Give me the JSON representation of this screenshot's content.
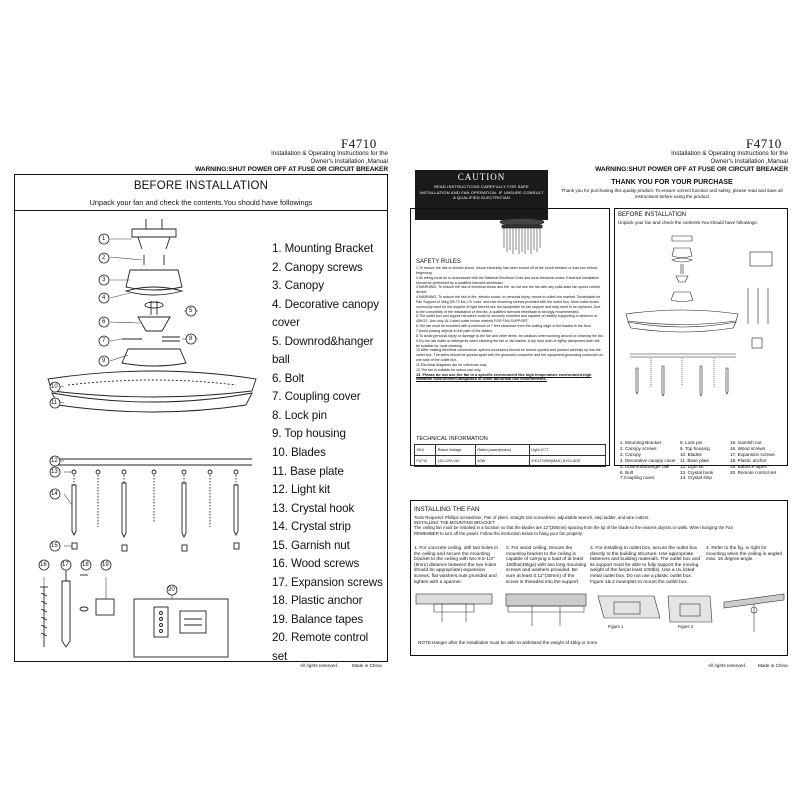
{
  "model": "F4710",
  "header": {
    "line1": "Installation & Operating Instructions for the",
    "line2": "Owner's Installation ,Manual",
    "warning": "WARNING:SHUT POWER OFF AT FUSE OR CIRCUIT BREAKER"
  },
  "left": {
    "title": "BEFORE INSTALLATION",
    "subtitle": "Unpack your fan and check the contents.You should have followings",
    "callouts": [
      "1",
      "2",
      "3",
      "4",
      "5",
      "6",
      "7",
      "8",
      "9",
      "10",
      "11",
      "12",
      "13",
      "14",
      "15",
      "16",
      "17",
      "18",
      "19",
      "20"
    ],
    "parts": [
      "1. Mounting Bracket",
      "2. Canopy screws",
      "3. Canopy",
      "4. Decorative canopy cover",
      "5. Downrod&hanger ball",
      "6. Bolt",
      "7. Coupling cover",
      "8. Lock pin",
      "9. Top housing",
      "10. Blades",
      "11. Base plate",
      "12. Light kit",
      "13. Crystal hook",
      "14. Crystal strip",
      "15. Garnish nut",
      "16. Wood screws",
      "17. Expansion screws",
      "18. Plastic anchor",
      "19. Balance tapes",
      "20. Remote control set"
    ],
    "footer_left": "All rights reserved.",
    "footer_right": "Made in China"
  },
  "right": {
    "caution": {
      "title": "CAUTION",
      "lines": [
        "READ INSTRUCTIONS CAREFULLY FOR SAFE",
        "INSTALLATION AND FAN OPERATION. IF UNSURE CONSULT",
        "A QUALIFIED ELECTRICIAN"
      ]
    },
    "thanks": {
      "title": "THANK YOU FOR YOUR PURCHASE",
      "text": "Thank you for purchasing this quality product. To ensure correct function and safety, please read and save all instructions before using the product"
    },
    "safety": {
      "title": "SAFETY RULES",
      "rules": [
        "1.To reduce the risk of electric shock, insure electricity has been turned off at the circuit breaker or fuse box before beginning.",
        "2.All wiring must be in accordance with the National Electrical Code and local electrical codes. Electrical installation should be performed by a qualified licensed electrician.",
        "3.WARNING: To reduce the risk of electrical shock and fire, do not use the fan with any solid-state fan speed control device.",
        "4.WARNING: To reduce the risk of fire, electric shock, or personal injury, mount to outlet box marked \"Acceptable for Fan Support of 45kg (99.72 lbs.) Or Less\" and use mounting screws provided with the outlet box. Most outlet boxes commonly used for the support of light fixtures are not acceptable for fan support and may need to be replaced. Due to the complexity of the installation of this fan, a qualified licensed electrician is strongly recommended.",
        "5.The outlet box and support structure must be securely mounted and capable of reliably supporting a minimum of 45KGS. Use only UL Listed outlet boxes marked FOR FAN SUPPORT.",
        "6.The fan must be mounted with a minimum of 7 feet clearance from the trailing edge of the blades to the floor.",
        "7.Avoid placing objects in the path of the blades.",
        "8.To avoid personal injury or damage to the fan and other items, be cautious when working around or cleaning the fan.",
        "9.Do not use water or detergents when cleaning the fan or fan blades. A dry dust cloth or lightly dampened cloth will be suitable for most cleaning.",
        "10.After making electrical connections, spliced conductors should be turned upward and pushed carefully up into the outlet box. The wires should be spread apart with the grounded conductor and the equipment-grounding conductor on one side of the outlet box.",
        "11.Electrical diagrams are for reference only.",
        "12.The fan is suitable for indoor use only."
      ],
      "bold_rule": "13. Please do not use the fan in a specific environment like high temperature environment,high radiation environment,lampblack or other abnormal use environments."
    },
    "tech": {
      "title": "TECHNICAL INFORMATION",
      "headers": [
        "SKU",
        "Rated Voltage",
        "Rated power(motor)",
        "Light CCT"
      ],
      "row": [
        "F4710",
        "110-120V AC",
        "40W",
        "3*E12*25W(MAX) EXCLUDE"
      ]
    },
    "before": {
      "title": "BEFORE INSTALLATION",
      "subtitle": "Unpack your fan and check the contents.You should have followings:",
      "parts_col1": [
        "1. Mounting Bracket",
        "2. Canopy screws",
        "3. Canopy",
        "4. Decorative canopy cover",
        "5. Downrod&hanger ball",
        "6. Bolt",
        "7.Coupling cover"
      ],
      "parts_col2": [
        "8. Lock pin",
        "9. Top housing",
        "10. Blades",
        "11. Base plate",
        "12. Light kit",
        "13. Crystal hook",
        "14. Crystal strip"
      ],
      "parts_col3": [
        "15. Garnish nut",
        "16. Wood screws",
        "17. Expansion screws",
        "18. Plastic anchor",
        "19. Balance tapes",
        "20. Remote control set"
      ]
    },
    "install": {
      "title": "INSTALLING THE FAN",
      "tools": "Tools Required: Phillips screwdriver, Pair of pliers, straight slot screwdriver, adjustable wrench, step ladder, and wire cutters.",
      "sub": "INSTALLING THE MOUNTING BRACKET",
      "intro1": "The ceiling fan must be installed in a location so that the blades are 12\"(300mm) spacing from the tip of the blade to the nearest objects or walls. When hanging the Fan",
      "intro2": "REMEMBER to turn off the power. Follow the instruction below to hang your fan properly.",
      "step1": "1. For concrete ceiling, drill two holes in the ceiling and secure the mounting bracket to the ceiling with two 9.5-1/2\" (9mm) distance between the two holes should be appropriate) expansion screws, flat washers,nuts provided and tighten with a spanner.",
      "step2": "2. For wood ceiling, Secure the mounting bracket to the ceiling is capable of carrying a load of at least 100lbs(45kgs) with two long mounting screws and washers provided. Be sure at least 0.12\"(30mm) of the screw is threaded into the support.",
      "step3": "3. For installing to outlet box, secure the outlet box directly to the building structure. Use appropriate fasteners and building materials. The outlet box and its support must be able to fully support the moving weight of the fan(at least 100lbs). Use a UL listed metal outlet box. Do not use a plastic outlet box. Figure 1& 2 examples to mount the outlet box.",
      "step4": "4. Refer to the fig. in right for mounting when the ceiling is angled max. 15 degree angle.",
      "note": "NOTE:Hanger after the installation must be able to withstand the weight of 45kg or more",
      "fig_left": "Figure 1",
      "fig_right": "Figure 2"
    },
    "footer_left": "All rights reserved.",
    "footer_right": "Made in China"
  }
}
